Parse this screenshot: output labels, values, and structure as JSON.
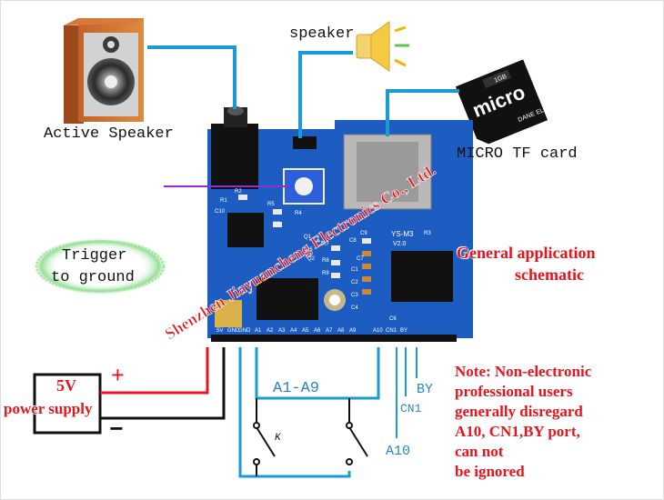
{
  "labels": {
    "speaker": "speaker",
    "active_speaker": "Active Speaker",
    "micro_tf_card": "MICRO TF card",
    "trigger": "Trigger",
    "to_ground": "to ground",
    "power_5v": "5V",
    "power_supply": "power supply",
    "plus": "+",
    "minus": "−",
    "a1_a9": "A1-A9",
    "a10": "A10",
    "cn1": "CN1",
    "by": "BY",
    "k": "K",
    "watermark": "Shenzhen Jiayuancheng Electronics Co., Ltd."
  },
  "schematic_title": [
    "General application",
    "schematic"
  ],
  "note_lines": [
    "Note: Non-electronic",
    "professional users",
    "generally disregard",
    "A10, CN1,BY port,",
    "can not",
    "be ignored"
  ],
  "board": {
    "model": "YS-M3",
    "version": "V2.0",
    "pin_labels": [
      "5V",
      "GND",
      "GND",
      "A1",
      "A2",
      "A3",
      "A4",
      "A5",
      "A6",
      "A7",
      "A8",
      "A9",
      "A10",
      "CN1",
      "BY"
    ],
    "component_refs": [
      "R1",
      "C10",
      "R5",
      "C5",
      "R2",
      "R4",
      "C9",
      "R6",
      "R7",
      "R8",
      "R9",
      "C8",
      "R3",
      "Q2",
      "Q1",
      "C6",
      "C4",
      "C3",
      "C2",
      "C1",
      "C7"
    ]
  },
  "sd_card": {
    "brand": "micro",
    "capacity": "1GB",
    "maker": "DANE ELEC"
  },
  "colors": {
    "board": "#1d5cc0",
    "wire_blue": "#1a9ad6",
    "wire_black": "#111111",
    "wire_red": "#e8141c",
    "text_red": "#e8141c",
    "text_blue": "#2a84c8"
  }
}
